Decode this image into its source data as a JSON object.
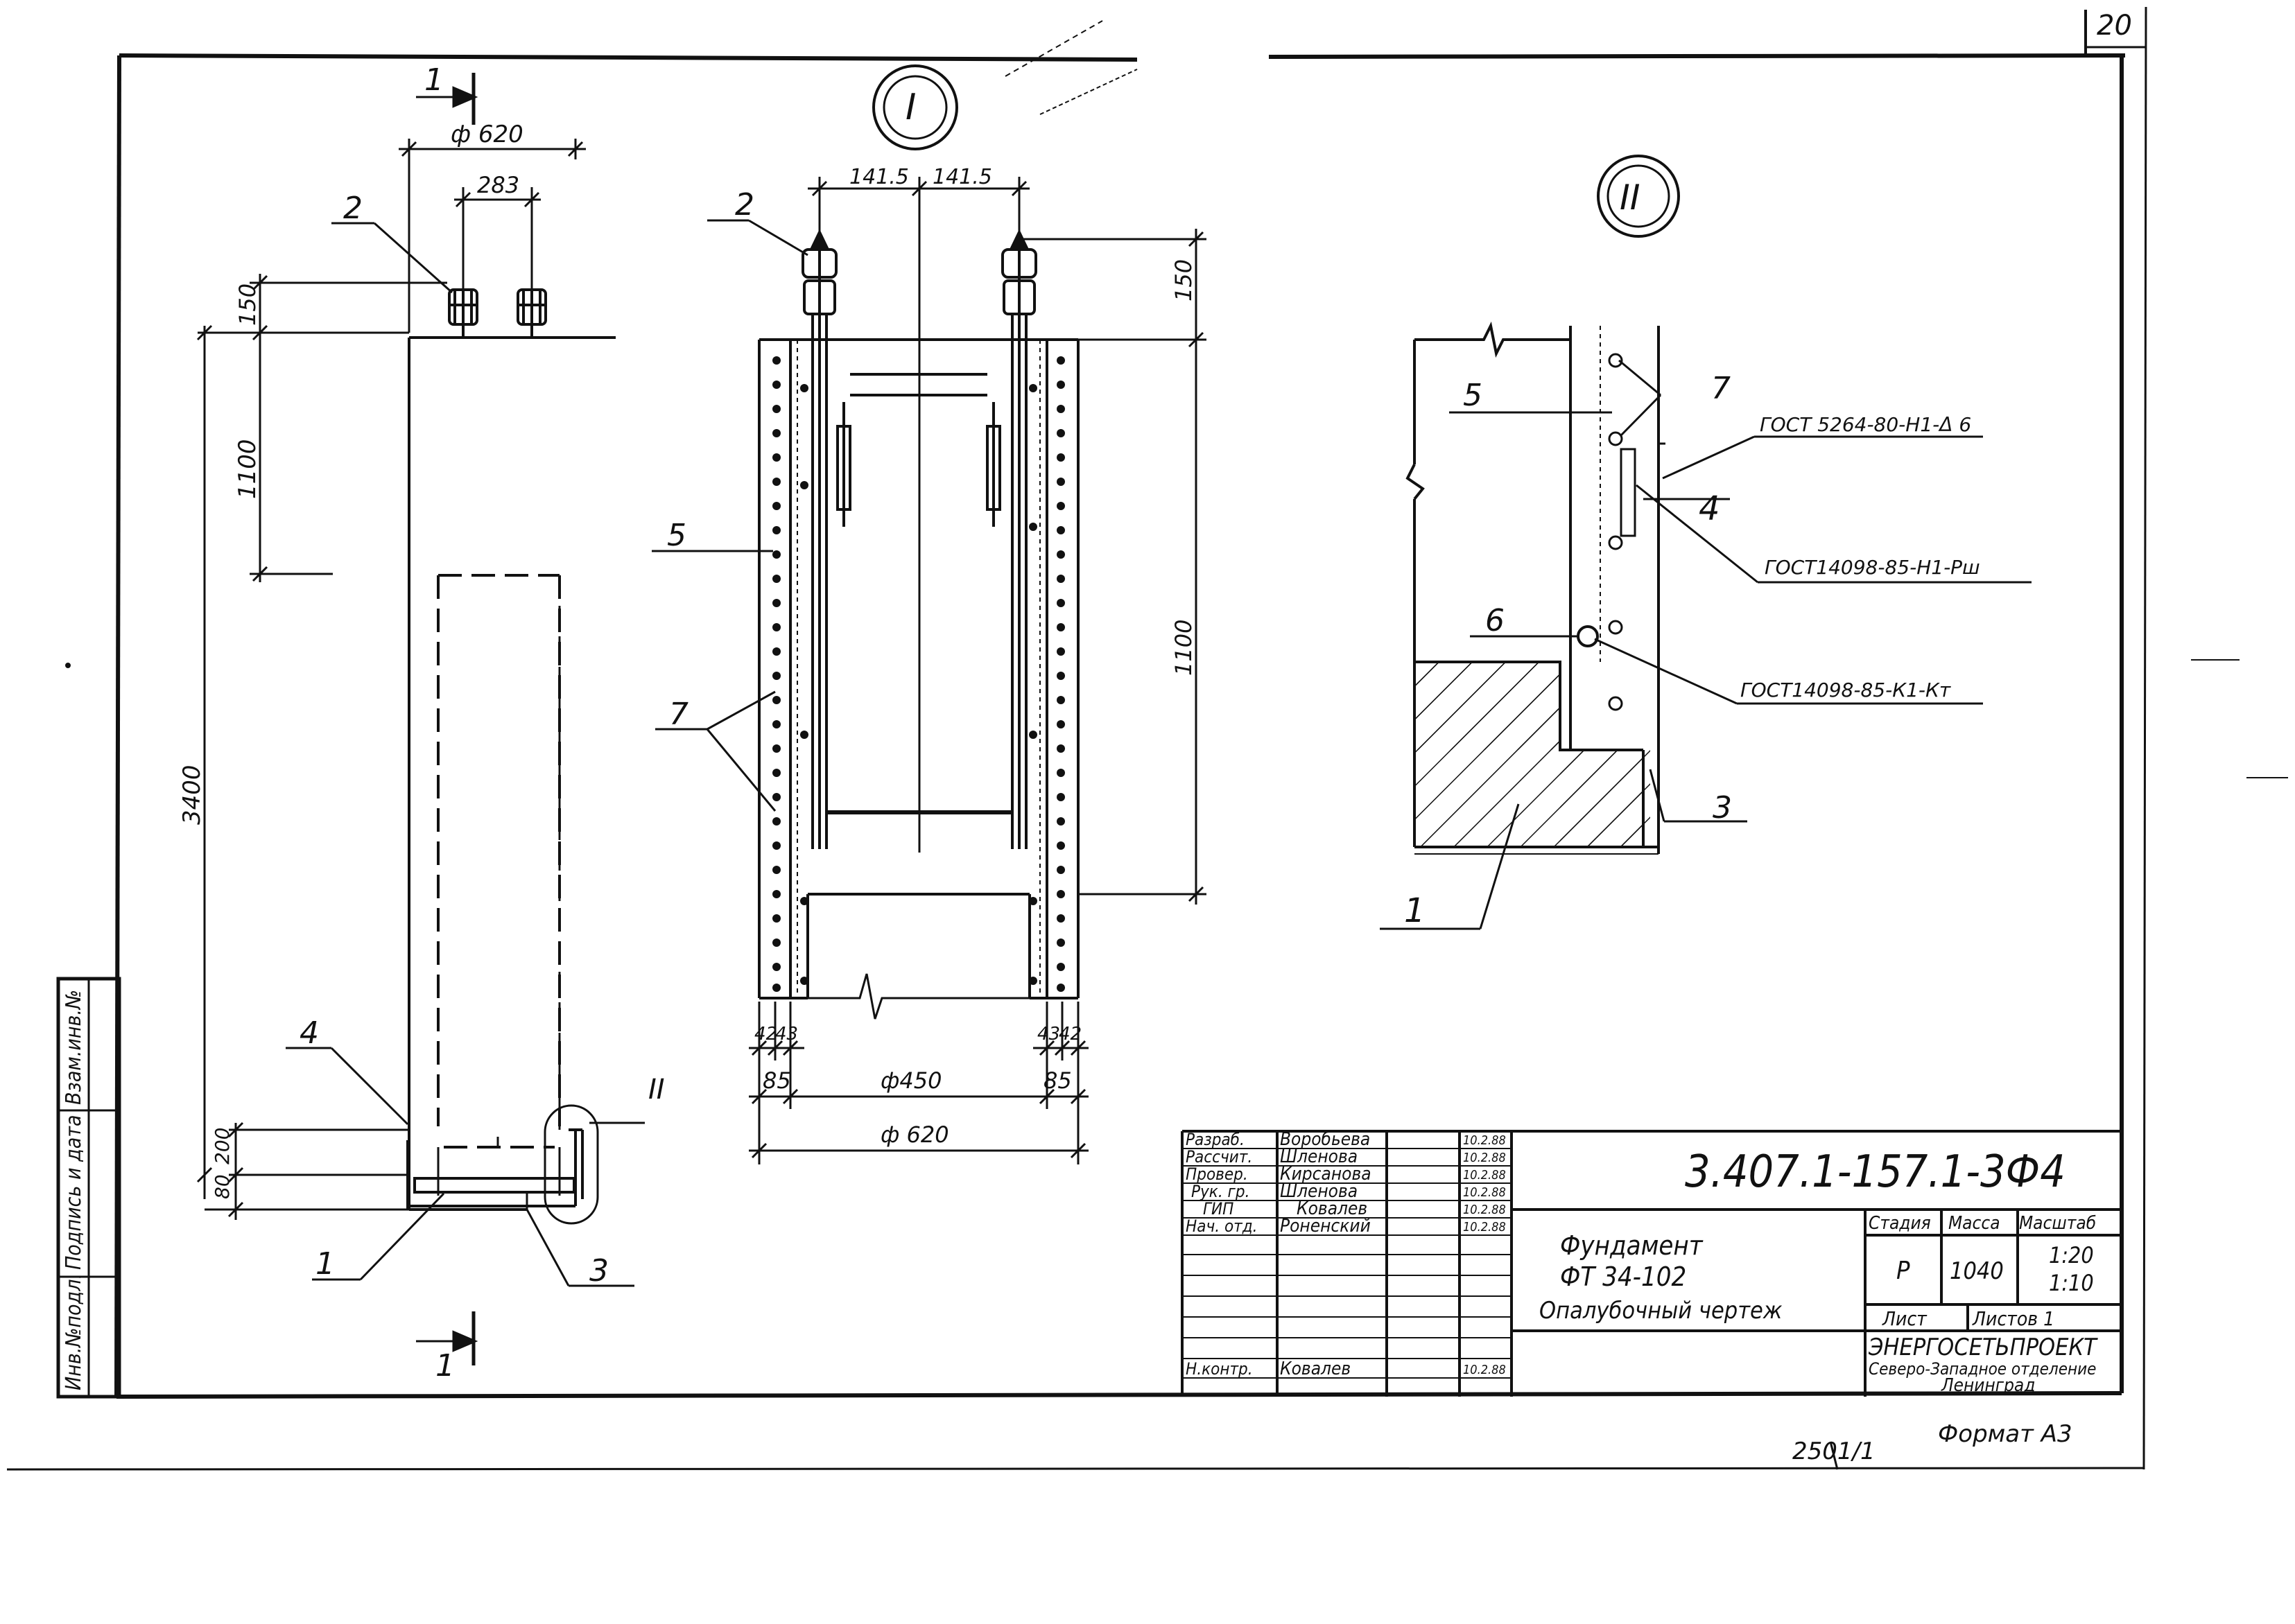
{
  "sheet": {
    "page_number": "20",
    "inventory_number": "2501/1",
    "format": "Формат А3"
  },
  "side_stamp": {
    "col1": "Инв.№подл.",
    "col2": "Подпись и дата",
    "col3": "Взам.инв.№"
  },
  "view_main": {
    "section_mark": "1",
    "dims": [
      "ф 620",
      "283",
      "150",
      "1100",
      "3400",
      "200",
      "80"
    ],
    "positions": [
      "2",
      "4",
      "1",
      "3"
    ],
    "node_ref": "II"
  },
  "view_node1": {
    "title": "I",
    "dims": [
      "141.5",
      "141.5",
      "150",
      "1100",
      "42",
      "43",
      "43",
      "42",
      "85",
      "ф450",
      "85",
      "ф 620"
    ],
    "positions": [
      "2",
      "5",
      "7"
    ]
  },
  "view_node2": {
    "title": "II",
    "positions": [
      "5",
      "7",
      "4",
      "6",
      "3",
      "1"
    ],
    "notes": [
      "ГОСТ 5264-80-Н1-Δ 6",
      "ГОСТ14098-85-Н1-Рш",
      "ГОСТ14098-85-К1-Кт"
    ]
  },
  "title_block": {
    "doc_code": "3.407.1-157.1-3Ф4",
    "signers": [
      {
        "role": "Разраб.",
        "name": "Воробьева",
        "date": "10.2.88"
      },
      {
        "role": "Рассчит.",
        "name": "Шленова",
        "date": "10.2.88"
      },
      {
        "role": "Провер.",
        "name": "Кирсанова",
        "date": "10.2.88"
      },
      {
        "role": "Рук. гр.",
        "name": "Шленова",
        "date": "10.2.88"
      },
      {
        "role": "ГИП",
        "name": "Ковалев",
        "date": "10.2.88"
      },
      {
        "role": "Нач. отд.",
        "name": "Роненский",
        "date": "10.2.88"
      },
      {
        "role": "Н.контр.",
        "name": "Ковалев",
        "date": "10.2.88"
      }
    ],
    "name_line1": "Фундамент",
    "name_line2": "ФТ 34-102",
    "name_line3": "Опалубочный чертеж",
    "stage_label": "Стадия",
    "mass_label": "Масса",
    "scale_label": "Масштаб",
    "stage": "Р",
    "mass": "1040",
    "scale1": "1:20",
    "scale2": "1:10",
    "sheet_label": "Лист",
    "sheets_label": "Листов 1",
    "org_name": "ЭНЕРГОСЕТЬПРОЕКТ",
    "org_division": "Северо-Западное отделение",
    "org_city": "Ленинград"
  }
}
